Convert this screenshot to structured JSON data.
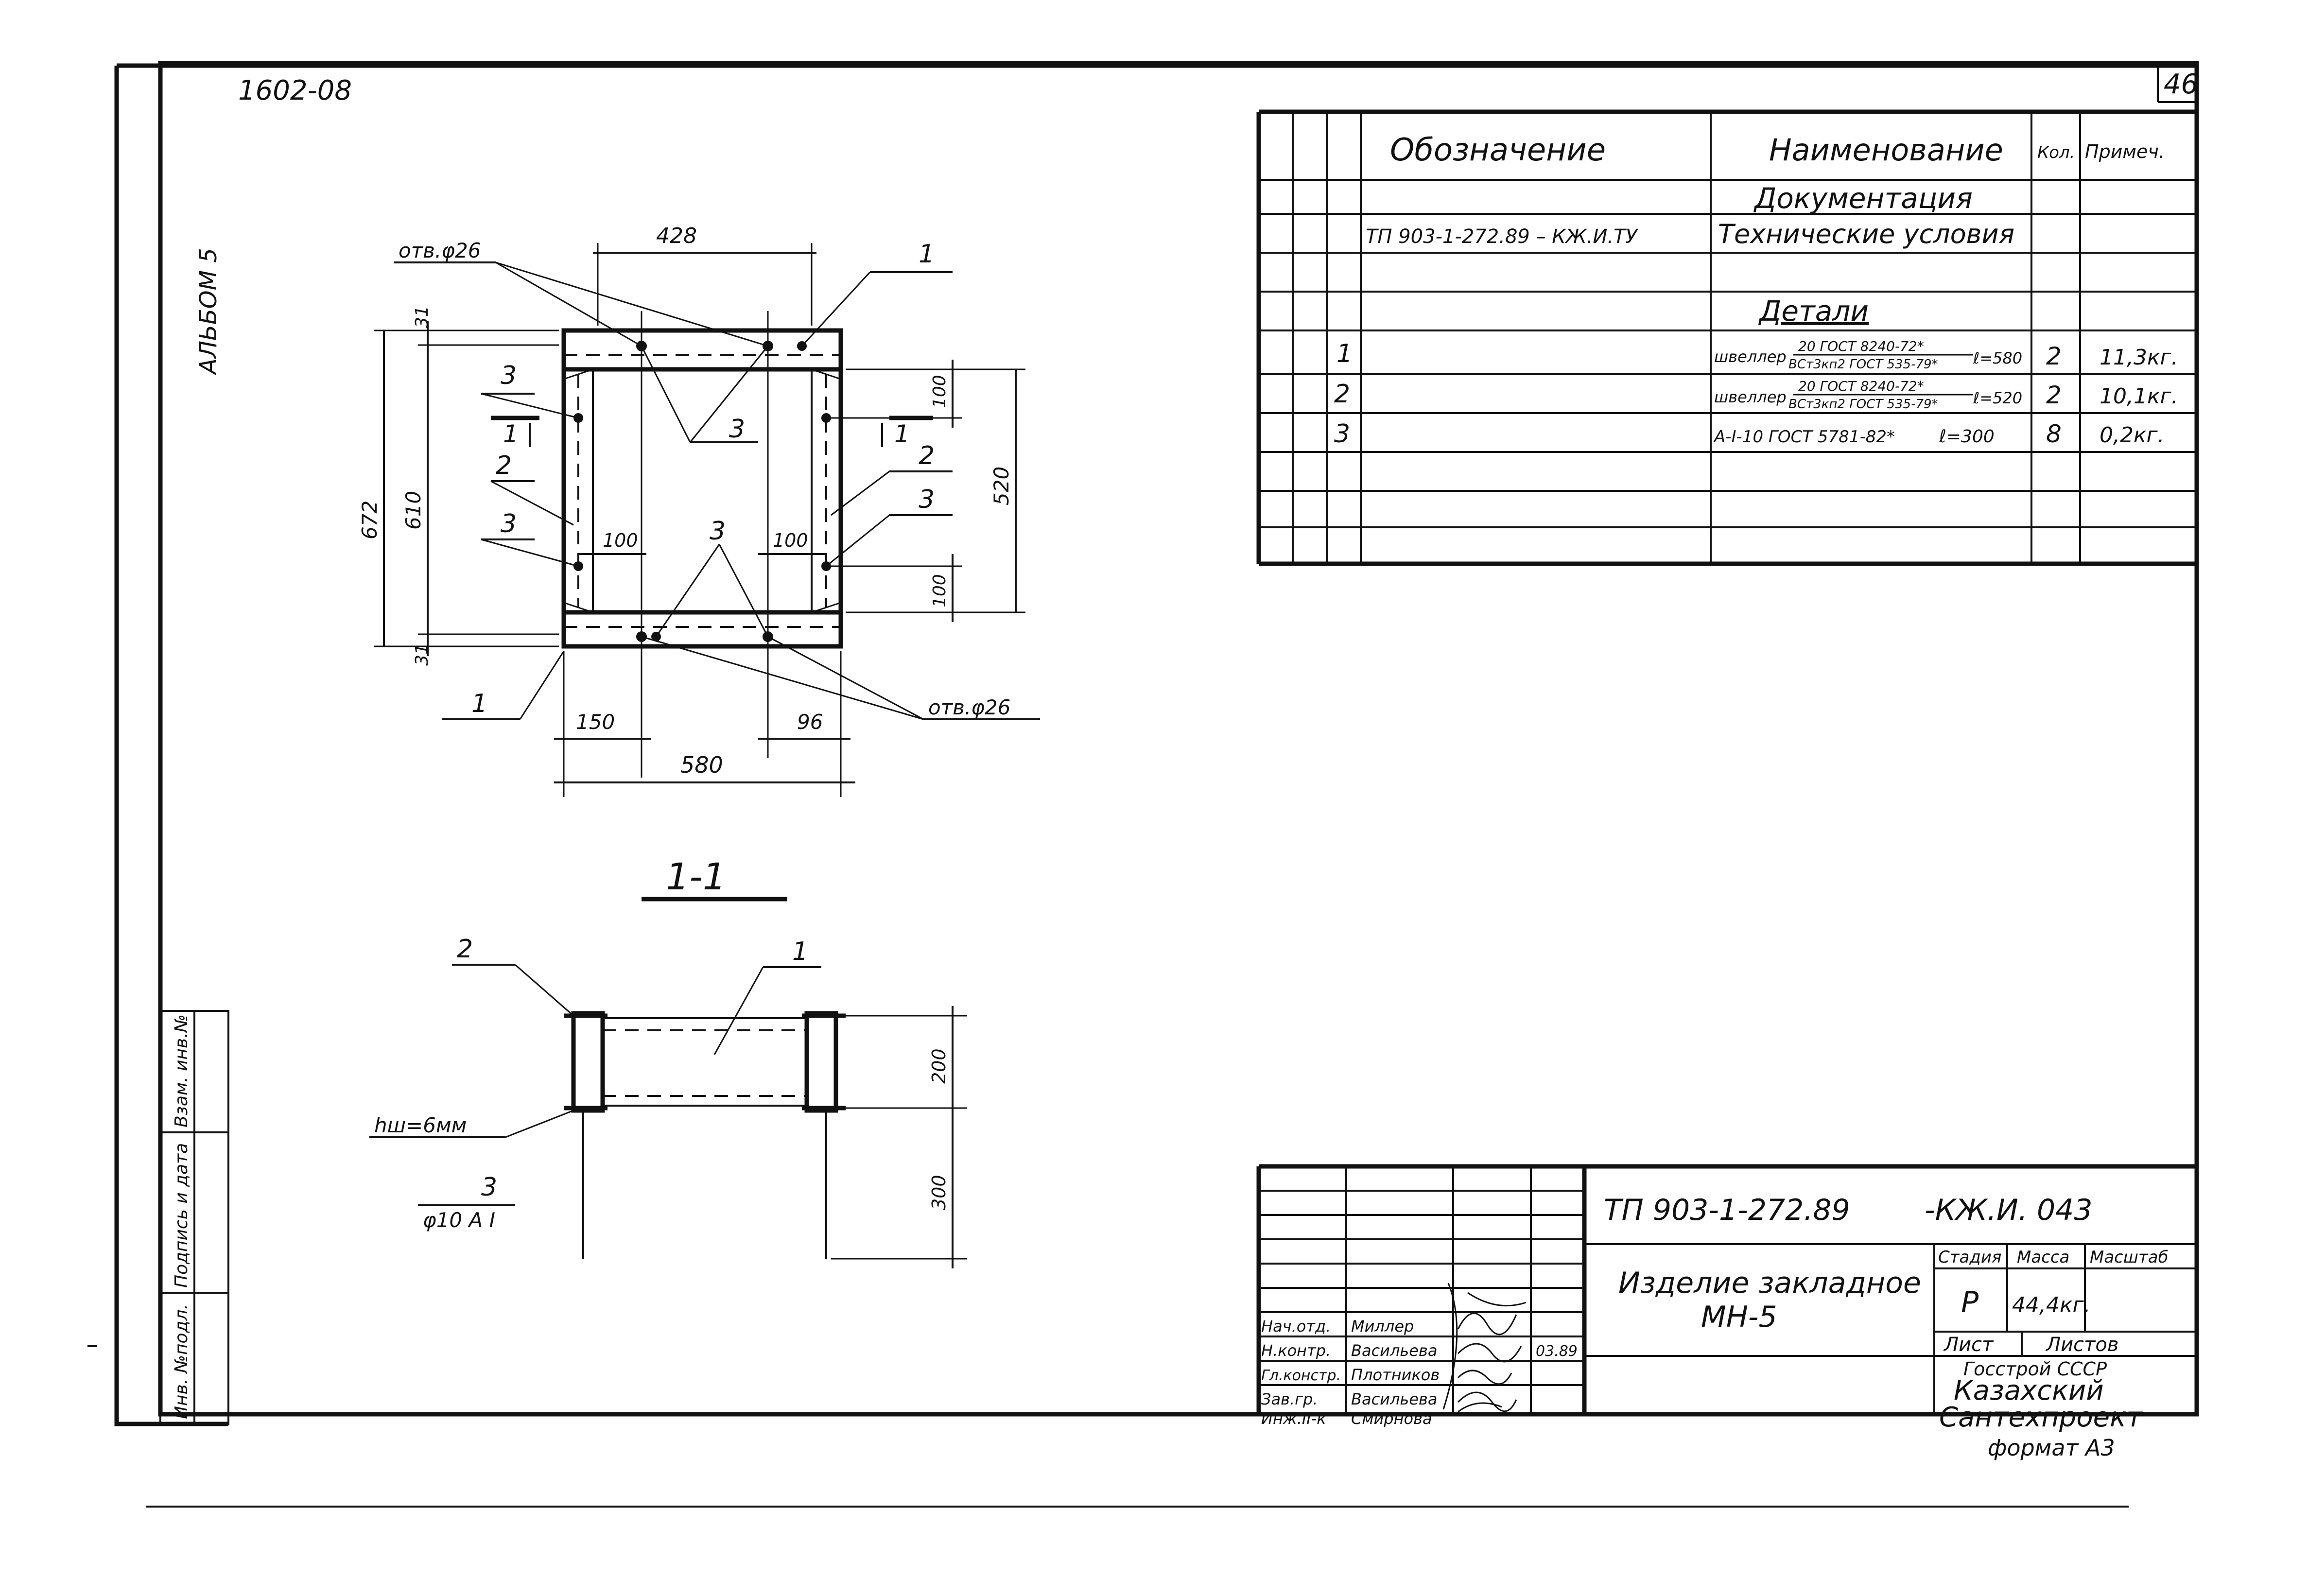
{
  "frame": {
    "album_code": "1602-08",
    "sheet_number": "46",
    "album_side": "АЛЬБОМ 5",
    "format": "формат А3"
  },
  "side_stamp": [
    "Инв. №подл.",
    "Подпись и дата",
    "Взам. инв.№"
  ],
  "spec_table": {
    "headers": {
      "designation": "Обозначение",
      "name": "Наименование",
      "qty": "Кол.",
      "note": "Примеч."
    },
    "section_docs": "Документация",
    "doc_row": {
      "designation": "ТП 903-1-272.89 – КЖ.И.ТУ",
      "name": "Технические условия"
    },
    "section_parts": "Детали",
    "rows": [
      {
        "pos": "1",
        "name_a": "швеллер",
        "frac_top": "20 ГОСТ 8240-72*",
        "frac_bottom": "ВСт3кп2 ГОСТ 535-79*",
        "length": "ℓ=580",
        "qty": "2",
        "note": "11,3кг."
      },
      {
        "pos": "2",
        "name_a": "швеллер",
        "frac_top": "20 ГОСТ 8240-72*",
        "frac_bottom": "ВСт3кп2 ГОСТ 535-79*",
        "length": "ℓ=520",
        "qty": "2",
        "note": "10,1кг."
      },
      {
        "pos": "3",
        "name_a": "А-I-10 ГОСТ 5781-82*",
        "frac_top": "",
        "frac_bottom": "",
        "length": "ℓ=300",
        "qty": "8",
        "note": "0,2кг."
      }
    ]
  },
  "plan": {
    "hole_label": "отв.φ26",
    "dim_428": "428",
    "dim_31_top": "31",
    "dim_31_bottom": "31",
    "dim_672": "672",
    "dim_610": "610",
    "dim_520": "520",
    "dim_100_a": "100",
    "dim_100_b": "100",
    "dim_100_c": "100",
    "dim_100_d": "100",
    "dim_150": "150",
    "dim_96": "96",
    "dim_580": "580",
    "pos1": "1",
    "pos2": "2",
    "pos3": "3",
    "cut_mark": "1"
  },
  "section": {
    "title": "1-1",
    "pos1": "1",
    "pos2": "2",
    "pos3": "3",
    "rebar": "φ10 А I",
    "weld": "hш=6мм",
    "dim_200": "200",
    "dim_300": "300"
  },
  "title_block": {
    "code": "ТП 903-1-272.89",
    "code_suffix": "-КЖ.И. 043",
    "product_name": "Изделие закладное",
    "product_mark": "МН-5",
    "stage_label": "Стадия",
    "mass_label": "Масса",
    "scale_label": "Масштаб",
    "stage": "Р",
    "mass": "44,4кг.",
    "sheet_label": "Лист",
    "sheets_label": "Листов",
    "org_line1": "Госстрой СССР",
    "org_line2": "Казахский",
    "org_line3": "Сантехпроект",
    "signatures": [
      {
        "role": "Нач.отд.",
        "name": "Миллер"
      },
      {
        "role": "Н.контр.",
        "name": "Васильева"
      },
      {
        "role": "Гл.констр.",
        "name": "Плотников"
      },
      {
        "role": "Зав.гр.",
        "name": "Васильева"
      },
      {
        "role": "Инж.II-к",
        "name": "Смирнова"
      }
    ],
    "date": "03.89"
  }
}
